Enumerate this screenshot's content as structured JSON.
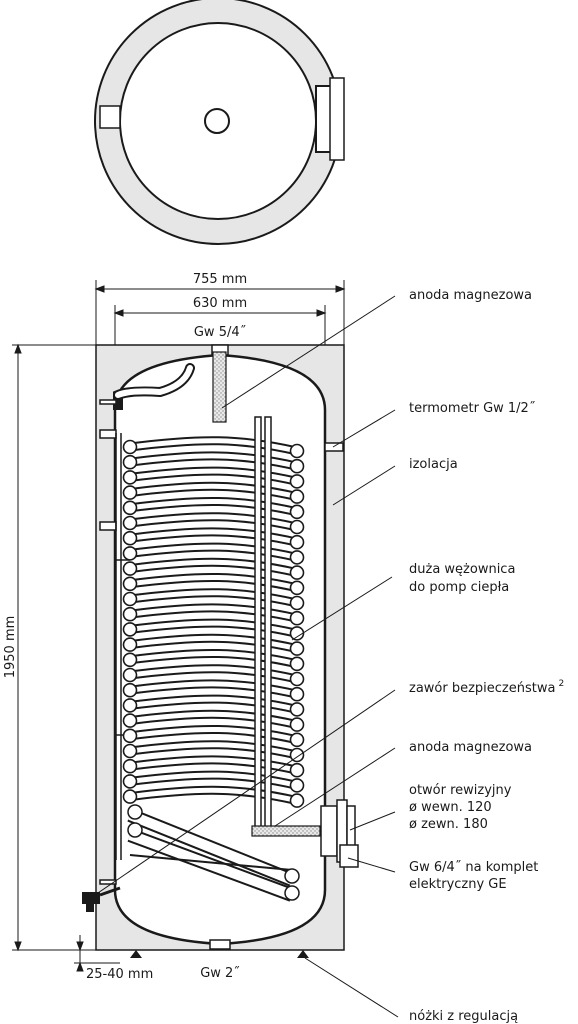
{
  "dimensions": {
    "outer_width": "755 mm",
    "inner_width": "630 mm",
    "height": "1950 mm",
    "leg_height": "25-40 mm"
  },
  "connections": {
    "top": "Gw 5/4˝",
    "bottom": "Gw 2˝"
  },
  "labels": {
    "anode_top": "anoda magnezowa",
    "thermometer": "termometr Gw 1/2˝",
    "insulation": "izolacja",
    "coil_line1": "duża wężownica",
    "coil_line2": "do pomp ciepła",
    "safety_valve": "zawór bezpieczeństwa",
    "safety_valve_sup": "2",
    "anode_bottom": "anoda magnezowa",
    "inspection_line1": "otwór rewizyjny",
    "inspection_line2": "ø wewn. 120",
    "inspection_line3": "ø zewn. 180",
    "heater_line1": "Gw 6/4˝ na komplet",
    "heater_line2": "elektryczny GE",
    "feet": "nóżki z regulacją"
  },
  "colors": {
    "jacket": "#e6e6e6",
    "tank": "#ffffff",
    "line": "#1a1a1a",
    "anode": "#d9d9d9"
  }
}
